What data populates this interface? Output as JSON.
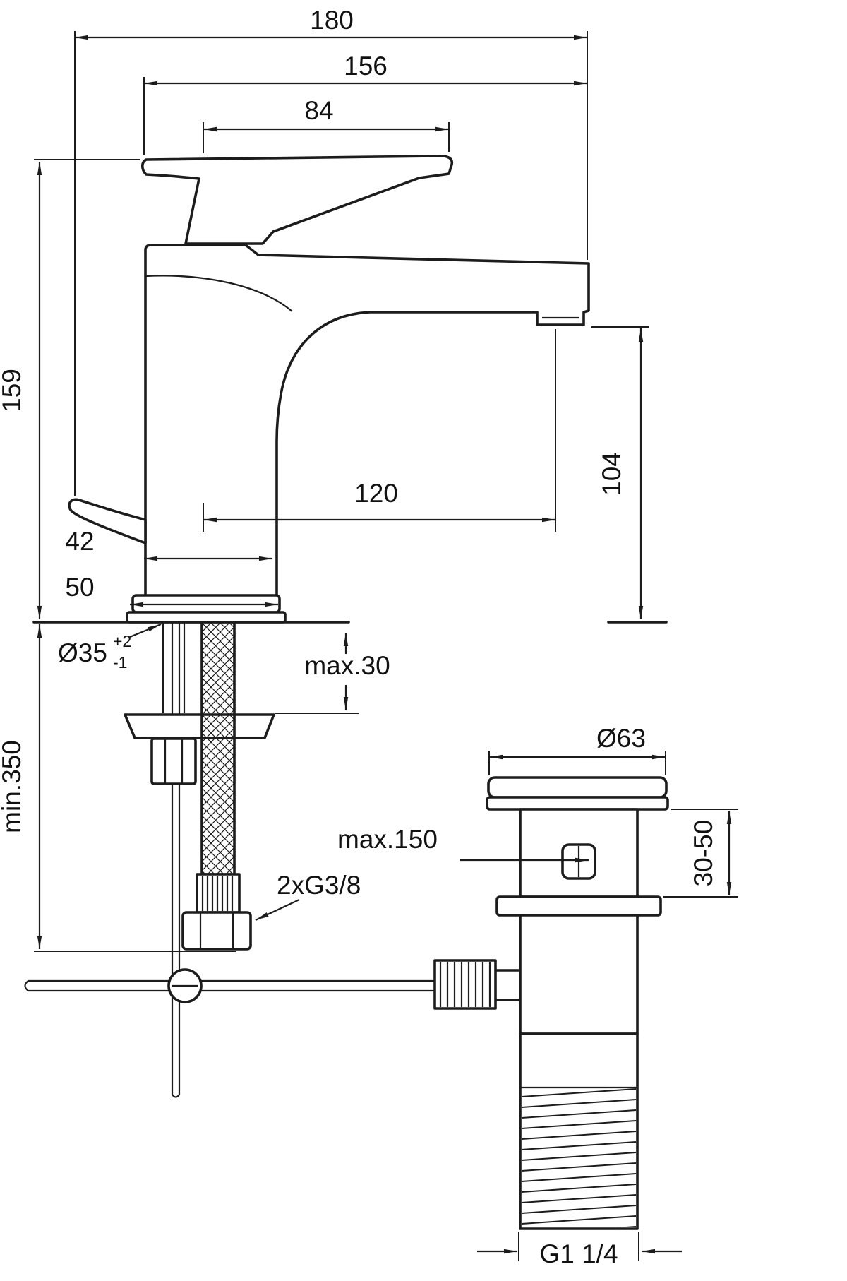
{
  "drawing": {
    "name": "single-lever-basin-mixer-installation-dimensions",
    "colors": {
      "line": "#1c1c1c",
      "background": "#ffffff",
      "text": "#111111"
    },
    "dims": {
      "d180": "180",
      "d156": "156",
      "d84": "84",
      "d159": "159",
      "d104": "104",
      "d120": "120",
      "d42": "42",
      "d50": "50",
      "dia35": "Ø35",
      "dia35_tol_plus": "+2",
      "dia35_tol_minus": "-1",
      "max30": "max.30",
      "min350": "min.350",
      "max150": "max.150",
      "hose_thread": "2xG3/8",
      "dia63": "Ø63",
      "range3050": "30-50",
      "drain_thread": "G1 1/4"
    }
  }
}
